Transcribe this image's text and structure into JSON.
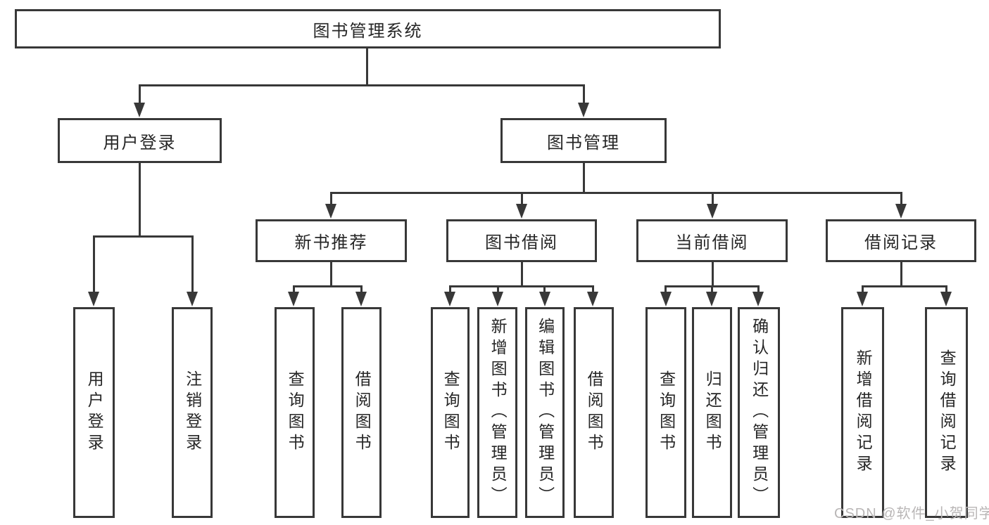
{
  "watermark": "CSDN @软件_小贺同学",
  "colors": {
    "line": "#383838",
    "text": "#262626",
    "background": "#ffffff",
    "watermark": "#b9b6b6"
  },
  "tree": {
    "label": "图书管理系统",
    "children": [
      {
        "label": "用户登录",
        "children": [
          {
            "label": "用户登录"
          },
          {
            "label": "注销登录"
          }
        ]
      },
      {
        "label": "图书管理",
        "children": [
          {
            "label": "新书推荐",
            "children": [
              {
                "label": "查询图书"
              },
              {
                "label": "借阅图书"
              }
            ]
          },
          {
            "label": "图书借阅",
            "children": [
              {
                "label": "查询图书"
              },
              {
                "label": "新增图书（管理员）"
              },
              {
                "label": "编辑图书（管理员）"
              },
              {
                "label": "借阅图书"
              }
            ]
          },
          {
            "label": "当前借阅",
            "children": [
              {
                "label": "查询图书"
              },
              {
                "label": "归还图书"
              },
              {
                "label": "确认归还（管理员）"
              }
            ]
          },
          {
            "label": "借阅记录",
            "children": [
              {
                "label": "新增借阅记录"
              },
              {
                "label": "查询借阅记录"
              }
            ]
          }
        ]
      }
    ]
  }
}
